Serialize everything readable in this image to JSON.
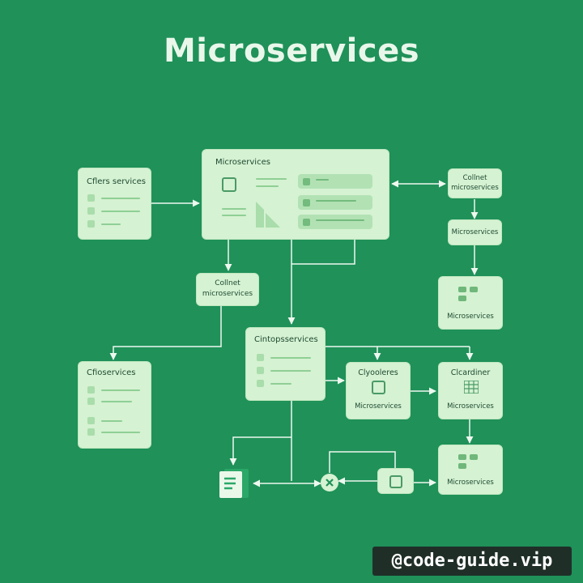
{
  "title": "Microservices",
  "boxes": {
    "offers": "Cflers services",
    "main": "Microservices",
    "client_top": "Collnet\nmicroservices",
    "micro_right": "Microservices",
    "client_mid": "Collnet\nmicroservices",
    "micro_right2": "Microservices",
    "cfio": "Cfioservices",
    "cintops": "Cintopsservices",
    "clyooleres": "Clyooleres",
    "clyooleres_sub": "Microservices",
    "clcardiner": "Clcardiner",
    "clcardiner_sub": "Microservices",
    "micro_bottom": "Microservices"
  },
  "watermark": "@code-guide.vip",
  "colors": {
    "background": "#1f9159",
    "box": "#d5f2d2",
    "wire": "#e8f5ea"
  }
}
